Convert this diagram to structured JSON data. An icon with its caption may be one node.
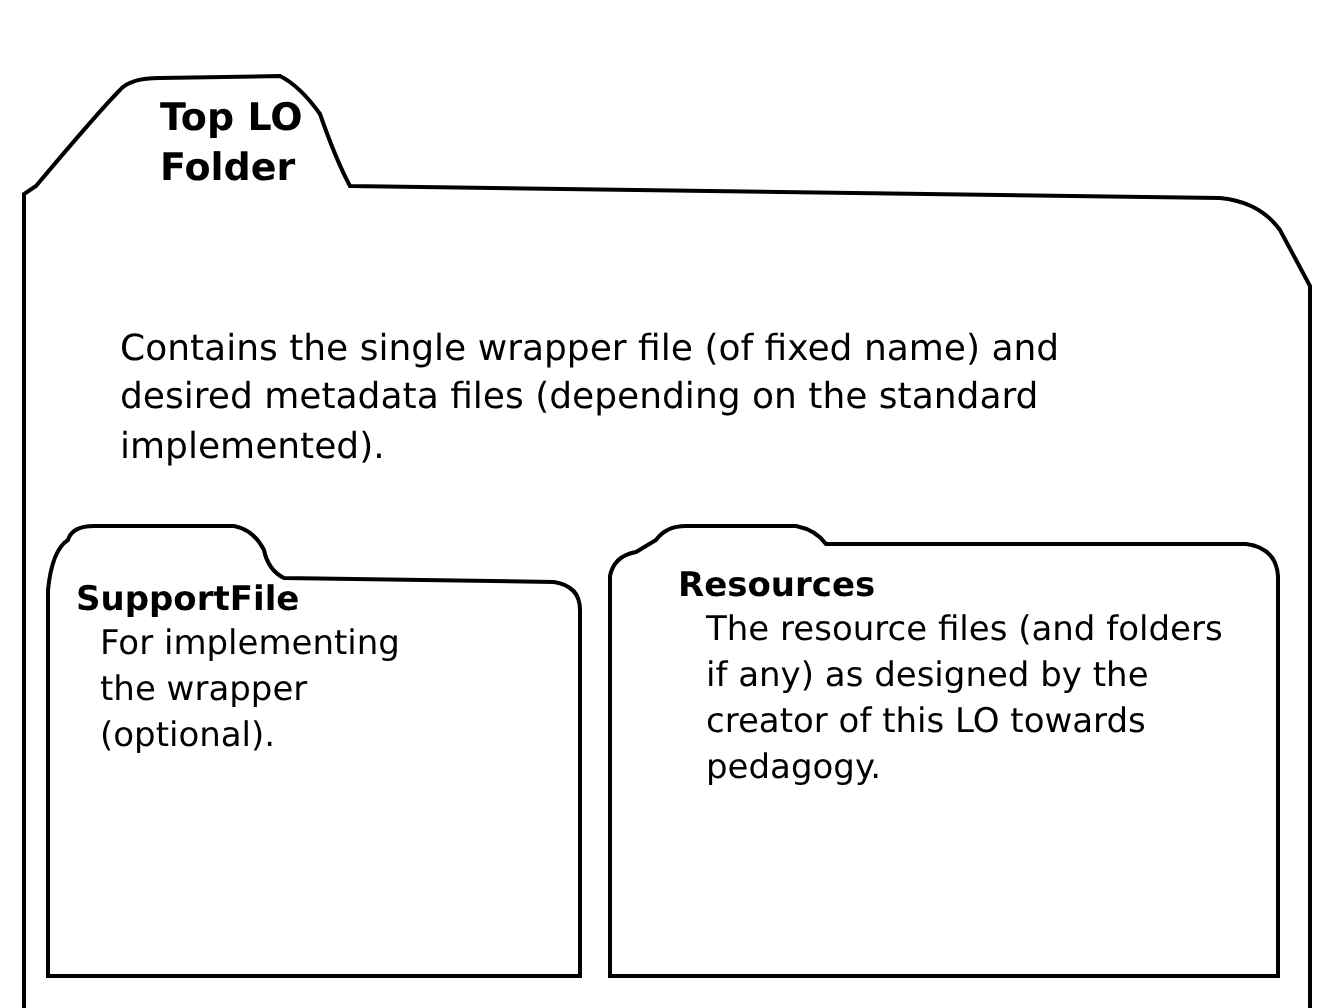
{
  "diagram": {
    "nodes": [
      {
        "text": [
          "Top LO Folder",
          "Contains the single wrapper file (of fixed name) and desired metadata files (depending on the standard implemented)."
        ]
      },
      {
        "text": [
          "SupportFile",
          "For implementing the wrapper (optional)."
        ],
        "in": 0
      },
      {
        "text": [
          "Resources",
          "The resource files (and folders if any) as designed by the creator of this LO towards pedagogy."
        ],
        "in": 0
      }
    ]
  }
}
